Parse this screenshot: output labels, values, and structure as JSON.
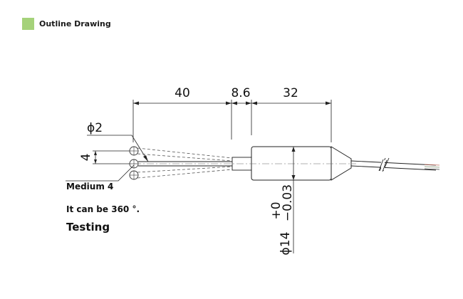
{
  "header": {
    "title": "Outline Drawing",
    "marker_color": "#a5d27a"
  },
  "dimensions": {
    "length_tip": "40",
    "length_neck": "8.6",
    "length_body": "32",
    "tip_diameter": "ϕ2",
    "tip_offset": "4",
    "body_diameter": "ϕ14",
    "tolerance_upper": "+0",
    "tolerance_lower": "−0.03"
  },
  "notes": {
    "position_label": "Medium 4",
    "rotation_note": "It can be 360 °.",
    "testing_label": "Testing"
  }
}
